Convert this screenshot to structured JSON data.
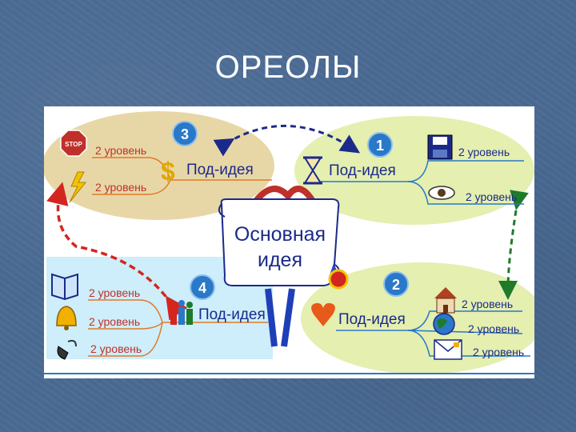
{
  "title": "ОРЕОЛЫ",
  "main_idea": {
    "line1": "Основная",
    "line2": "идея"
  },
  "branches": [
    {
      "number": "1",
      "label": "Под-идея",
      "sub": [
        "2 уровень",
        "2 уровень"
      ]
    },
    {
      "number": "2",
      "label": "Под-идея",
      "sub": [
        "2 уровень",
        "2 уровень",
        "2 уровень"
      ]
    },
    {
      "number": "3",
      "label": "Под-идея",
      "sub": [
        "2 уровень",
        "2 уровень"
      ]
    },
    {
      "number": "4",
      "label": "Под-идея",
      "sub": [
        "2 уровень",
        "2 уровень",
        "2 уровень"
      ]
    }
  ],
  "icons": {
    "stop_sign_text": "STOP",
    "dollar": "$"
  },
  "colors": {
    "halo_top_left": "#e8d7a6",
    "halo_right": "#e4efb0",
    "halo_bottom_left": "#cdeefa",
    "link_blue": "#1b2a8a",
    "link_red": "#d4261f",
    "link_green": "#1f7a2a",
    "number_badge": "#2a78c8",
    "branch_line": "#e07a2a"
  }
}
